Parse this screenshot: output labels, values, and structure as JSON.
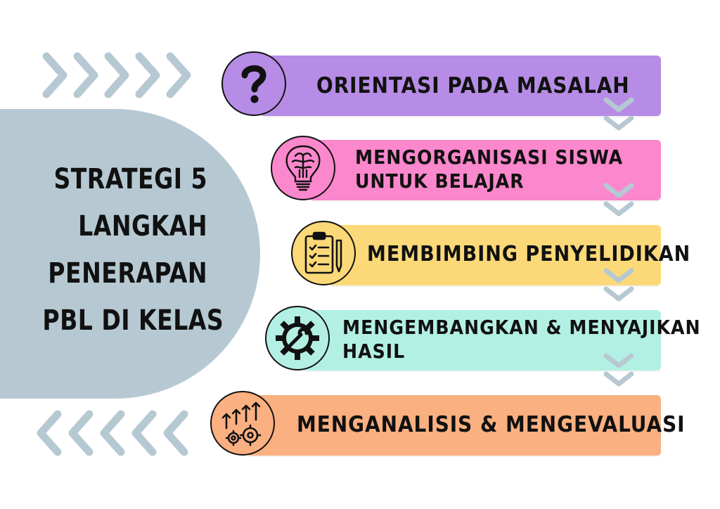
{
  "title_lines": [
    "STRATEGI 5",
    "LANGKAH",
    "PENERAPAN",
    "PBL DI KELAS"
  ],
  "steps": [
    {
      "lines": [
        "ORIENTASI PADA MASALAH"
      ],
      "color": "#b68ce6",
      "icon": "question-mark-icon"
    },
    {
      "lines": [
        "MENGORGANISASI SISWA",
        "UNTUK BELAJAR"
      ],
      "color": "#fb87cc",
      "icon": "brain-lightbulb-icon"
    },
    {
      "lines": [
        "MEMBIMBING PENYELIDIKAN"
      ],
      "color": "#fbd978",
      "icon": "clipboard-checklist-icon"
    },
    {
      "lines": [
        "MENGEMBANGKAN & MENYAJIKAN",
        "HASIL"
      ],
      "color": "#b3f0e4",
      "icon": "gear-wrench-icon"
    },
    {
      "lines": [
        "MENGANALISIS & MENGEVALUASI"
      ],
      "color": "#fbb081",
      "icon": "gears-arrows-icon"
    }
  ],
  "colors": {
    "blob": "#b6c9d3",
    "chevron": "#b6c9d3"
  }
}
